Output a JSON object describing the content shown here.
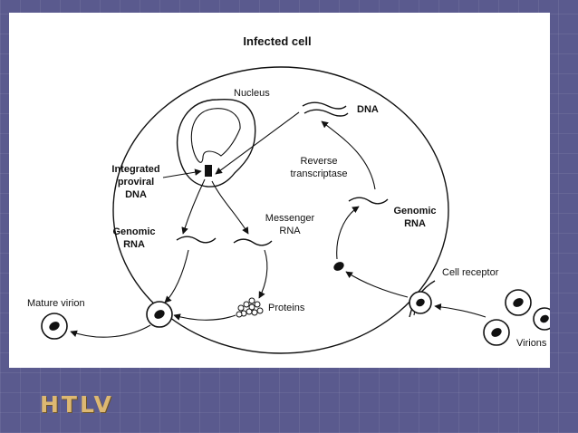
{
  "slide": {
    "title": "HTLV",
    "accent_color": "#ddb872",
    "background_color": "#5a5a8e"
  },
  "diagram": {
    "title": "Infected cell",
    "labels": {
      "nucleus": "Nucleus",
      "dna": "DNA",
      "reverse_1": "Reverse",
      "reverse_2": "transcriptase",
      "integrated_1": "Integrated",
      "integrated_2": "proviral",
      "integrated_3": "DNA",
      "genomic_left_1": "Genomic",
      "genomic_left_2": "RNA",
      "messenger_1": "Messenger",
      "messenger_2": "RNA",
      "genomic_right_1": "Genomic",
      "genomic_right_2": "RNA",
      "cell_receptor": "Cell receptor",
      "mature_virion": "Mature virion",
      "proteins": "Proteins",
      "virions": "Virions"
    }
  }
}
